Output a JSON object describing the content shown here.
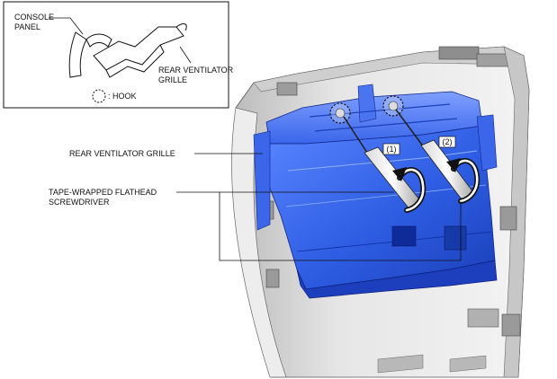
{
  "labels": {
    "inset_console_panel_line1": "CONSOLE",
    "inset_console_panel_line2": "PANEL",
    "inset_rear_ventilator_line1": "REAR VENTILATOR",
    "inset_rear_ventilator_line2": "GRILLE",
    "inset_hook_legend": ": HOOK",
    "main_rear_ventilator_grille": "REAR VENTILATOR GRILLE",
    "main_screwdriver_line1": "TAPE-WRAPPED FLATHEAD",
    "main_screwdriver_line2": "SCREWDRIVER",
    "step_1": "(1)",
    "step_2": "(2)"
  },
  "colors": {
    "grille_blue": "#2e5de3",
    "grille_blue_dark": "#1a3fb8",
    "grille_blue_light": "#6f95ff",
    "panel_gray": "#d9d9d9",
    "panel_gray_dark": "#9a9a9a",
    "outline": "#111111"
  },
  "icons": {
    "hook_marker": "dashed-circle-icon",
    "rotation_arrow": "curved-arrow-icon",
    "tool": "flathead-screwdriver-icon"
  }
}
